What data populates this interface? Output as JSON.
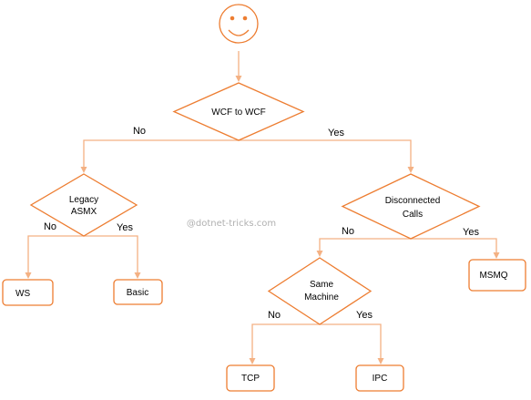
{
  "diagram": {
    "start": {
      "icon": "smiley-face-icon"
    },
    "nodes": {
      "wcf_to_wcf": "WCF to WCF",
      "legacy_asmx_line1": "Legacy",
      "legacy_asmx_line2": "ASMX",
      "disconnected_calls_line1": "Disconnected",
      "disconnected_calls_line2": "Calls",
      "same_machine_line1": "Same",
      "same_machine_line2": "Machine",
      "ws": "WS",
      "basic": "Basic",
      "msmq": "MSMQ",
      "tcp": "TCP",
      "ipc": "IPC"
    },
    "edges": {
      "wcf_no": "No",
      "wcf_yes": "Yes",
      "legacy_no": "No",
      "legacy_yes": "Yes",
      "disconnected_no": "No",
      "disconnected_yes": "Yes",
      "same_machine_no": "No",
      "same_machine_yes": "Yes"
    },
    "watermark": "@dotnet-tricks.com"
  },
  "colors": {
    "shape_stroke": "#ed7d31",
    "connector": "#f4b183",
    "text": "#000000",
    "watermark": "#b0b0b0",
    "background": "#ffffff"
  }
}
